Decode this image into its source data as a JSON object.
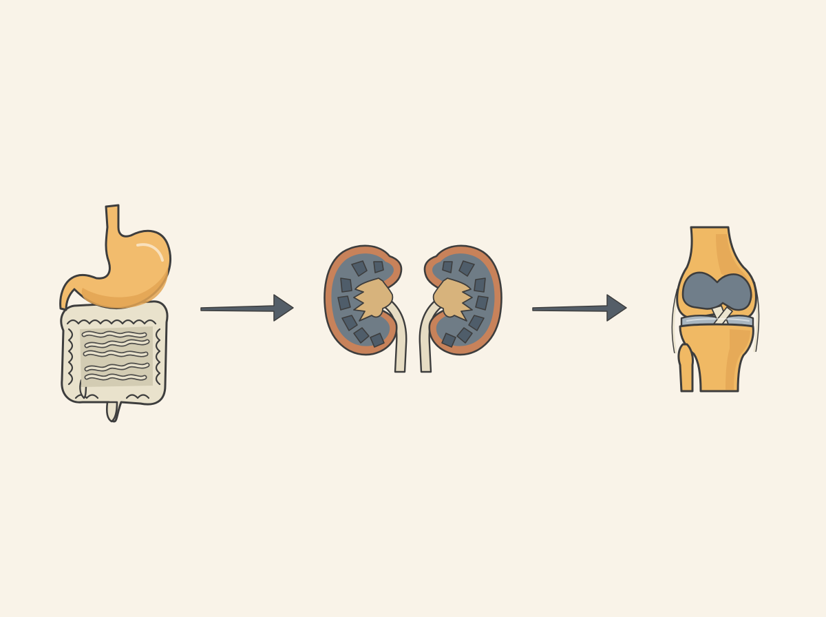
{
  "colors": {
    "background": "#f9f3e8",
    "outline": "#3d3d3d",
    "organ_orange": "#f2bc6d",
    "organ_orange_shade": "#e3a554",
    "intestine_cream": "#e9e2cc",
    "intestine_shade": "#d3ccb3",
    "kidney_cortex_rim": "#c8825a",
    "kidney_medulla": "#6f7c86",
    "kidney_pyramid": "#4f5d6a",
    "kidney_pelvis": "#d7b37c",
    "ureter": "#e6dcc3",
    "bone": "#f0b964",
    "cartilage": "#707e8a",
    "meniscus": "#a9b6c0",
    "ligament": "#ece5d0",
    "arrow": "#545e68"
  },
  "diagram": {
    "flow": [
      {
        "node": "digestive-system",
        "icon": "stomach-and-intestines-icon"
      },
      {
        "edge": "arrow",
        "icon": "right-arrow-icon"
      },
      {
        "node": "kidneys",
        "icon": "kidneys-cross-section-icon"
      },
      {
        "edge": "arrow",
        "icon": "right-arrow-icon"
      },
      {
        "node": "knee-joint",
        "icon": "knee-joint-icon"
      }
    ]
  }
}
